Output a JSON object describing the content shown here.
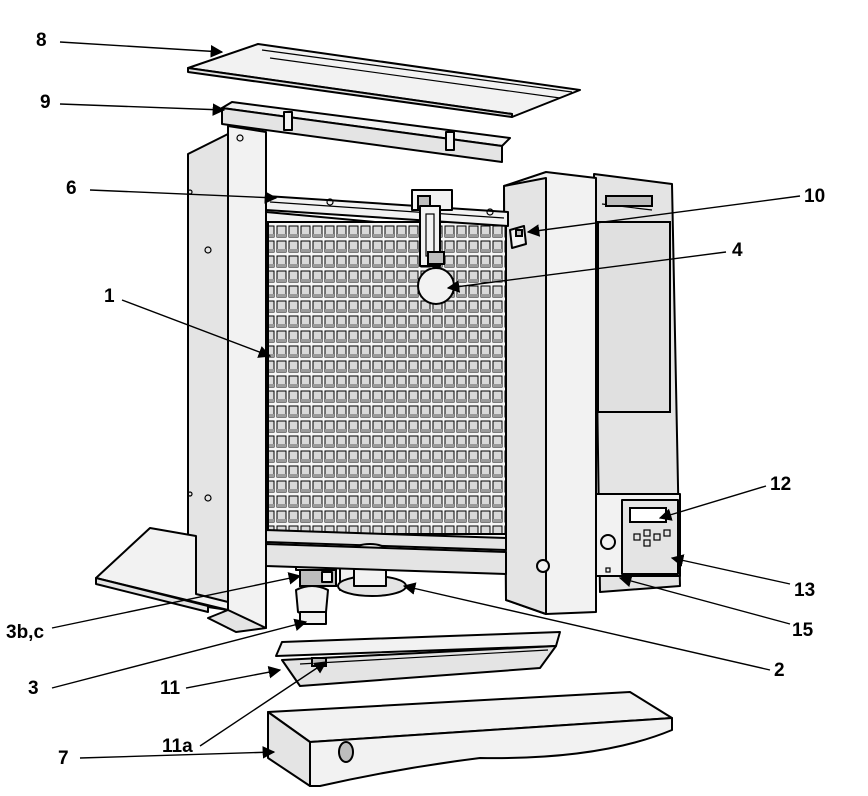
{
  "diagram": {
    "callouts": [
      {
        "id": "c8",
        "text": "8"
      },
      {
        "id": "c9",
        "text": "9"
      },
      {
        "id": "c6",
        "text": "6"
      },
      {
        "id": "c10",
        "text": "10"
      },
      {
        "id": "c4",
        "text": "4"
      },
      {
        "id": "c1",
        "text": "1"
      },
      {
        "id": "c12",
        "text": "12"
      },
      {
        "id": "c13",
        "text": "13"
      },
      {
        "id": "c15",
        "text": "15"
      },
      {
        "id": "c3bc",
        "text": "3b,c"
      },
      {
        "id": "c3",
        "text": "3"
      },
      {
        "id": "c2",
        "text": "2"
      },
      {
        "id": "c11",
        "text": "11"
      },
      {
        "id": "c11a",
        "text": "11a"
      },
      {
        "id": "c7",
        "text": "7"
      }
    ]
  }
}
